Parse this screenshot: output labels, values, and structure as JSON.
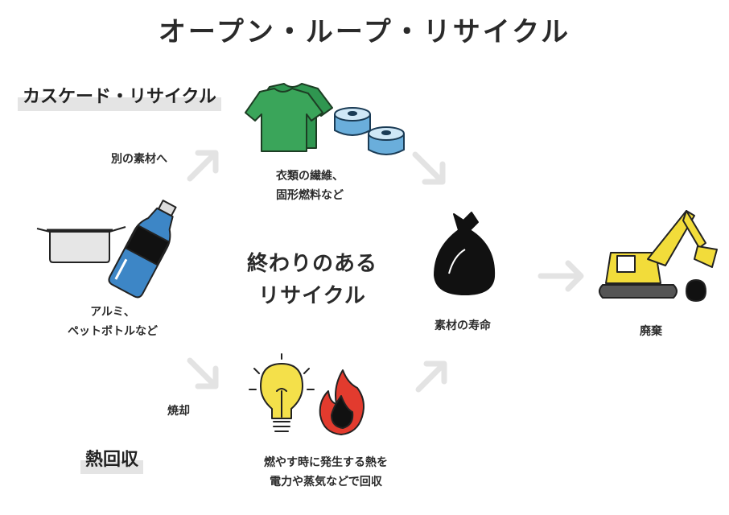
{
  "title": "オープン・ループ・リサイクル",
  "sections": {
    "cascade": "カスケード・リサイクル",
    "heat": "熱回収"
  },
  "labels": {
    "to_other_material": "別の素材へ",
    "fiber_fuel_1": "衣類の繊維、",
    "fiber_fuel_2": "固形燃料など",
    "alu_pet_1": "アルミ、",
    "alu_pet_2": "ペットボトルなど",
    "center_1": "終わりのある",
    "center_2": "リサイクル",
    "material_life": "素材の寿命",
    "disposal": "廃棄",
    "incineration": "焼却",
    "power_1": "燃やす時に発生する熱を",
    "power_2": "電力や蒸気などで回収"
  },
  "icons": [
    "pot-icon",
    "pet-bottle-icon",
    "tshirt-icon",
    "fuel-can-icon",
    "garbage-bag-icon",
    "excavator-icon",
    "light-bulb-icon",
    "fire-icon",
    "arrow-icon"
  ],
  "colors": {
    "shirt": "#3aa55a",
    "bottle": "#3d86c6",
    "can": "#6aaedb",
    "bulb": "#f4e04a",
    "fire": "#e23b2e",
    "excavator": "#f2dc3a",
    "arrow": "#e3e3e3"
  }
}
